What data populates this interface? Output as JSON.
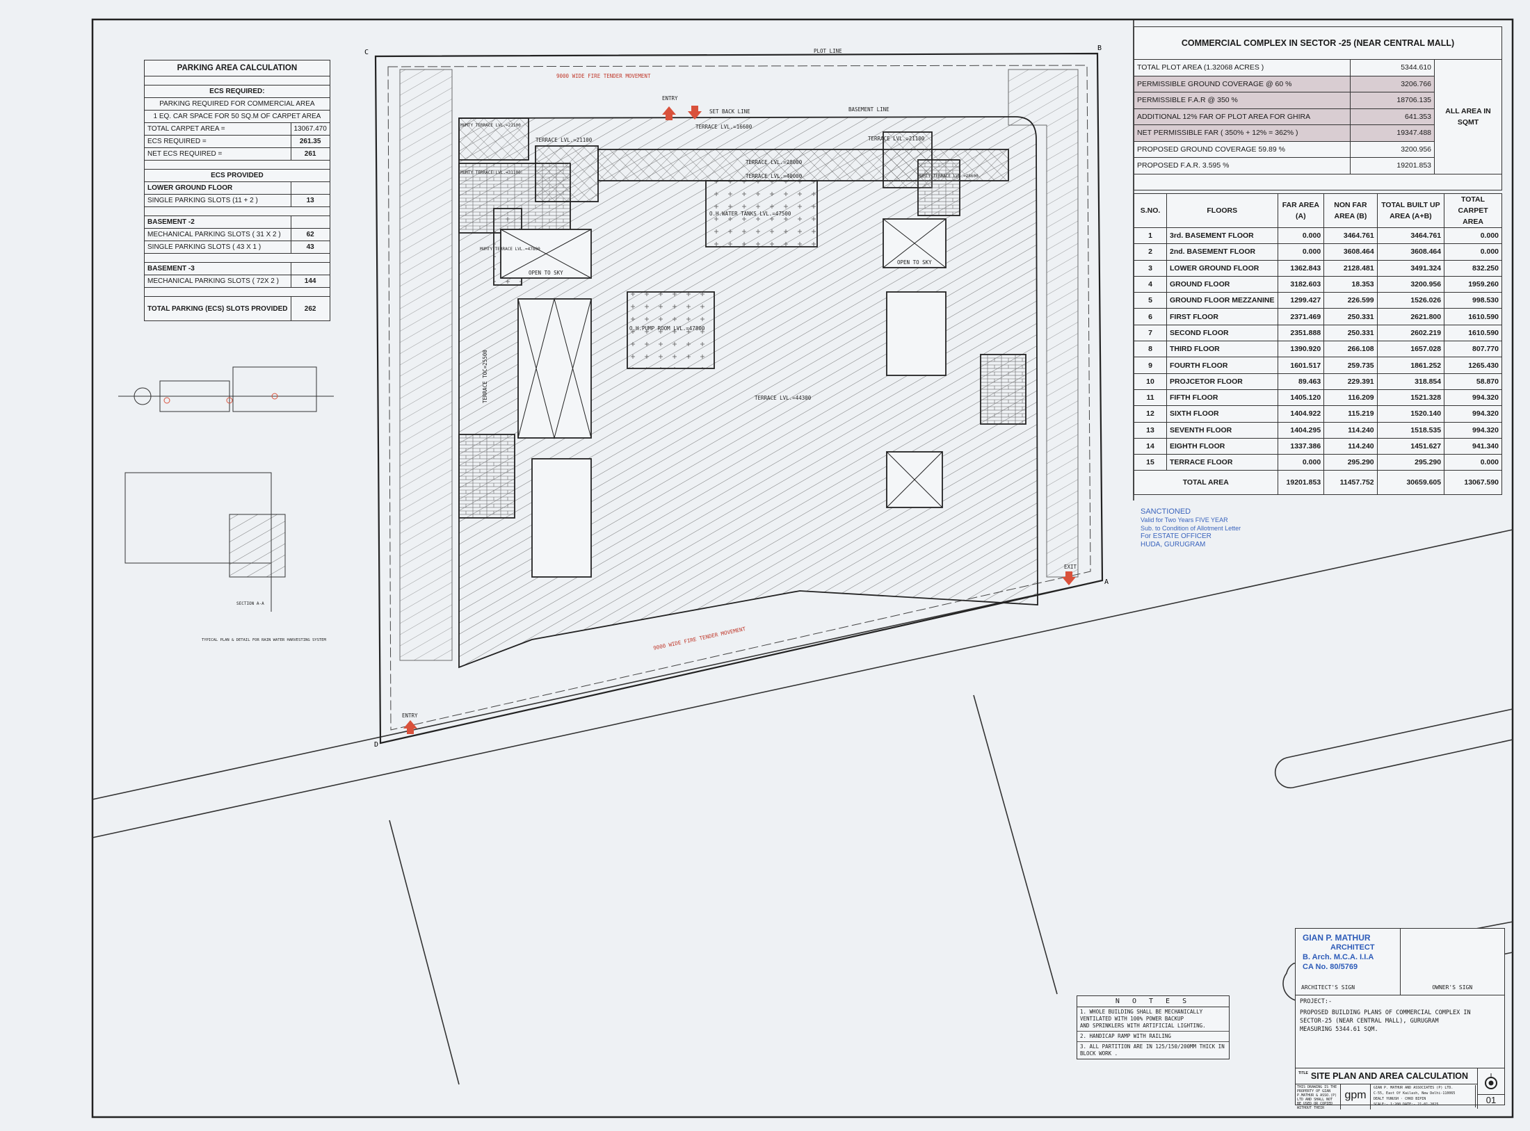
{
  "parking": {
    "title": "PARKING AREA CALCULATION",
    "ecs_required_heading": "ECS REQUIRED:",
    "line1": "PARKING REQUIRED FOR COMMERCIAL AREA",
    "line2": "1 EQ. CAR SPACE FOR 50 SQ.M OF CARPET AREA",
    "required_rows": [
      {
        "label": "TOTAL CARPET AREA =",
        "value": "13067.470"
      },
      {
        "label": "ECS REQUIRED =",
        "value": "261.35"
      },
      {
        "label": "NET ECS REQUIRED =",
        "value": "261"
      }
    ],
    "ecs_provided_heading": "ECS PROVIDED",
    "groups": [
      {
        "heading": "LOWER GROUND FLOOR",
        "rows": [
          {
            "label": "SINGLE PARKING SLOTS (11 + 2 )",
            "value": "13"
          }
        ]
      },
      {
        "heading": "BASEMENT -2",
        "rows": [
          {
            "label": "MECHANICAL PARKING SLOTS ( 31 X 2 )",
            "value": "62"
          },
          {
            "label": "SINGLE PARKING SLOTS  ( 43 X 1 )",
            "value": "43"
          }
        ]
      },
      {
        "heading": "BASEMENT -3",
        "rows": [
          {
            "label": "MECHANICAL PARKING SLOTS ( 72X 2 )",
            "value": "144"
          }
        ]
      }
    ],
    "total_label": "TOTAL PARKING (ECS) SLOTS PROVIDED",
    "total_value": "262"
  },
  "summary": {
    "title": "COMMERCIAL COMPLEX IN SECTOR -25 (NEAR CENTRAL MALL)",
    "rows": [
      {
        "label": "TOTAL PLOT AREA  (1.32068 ACRES )",
        "value": "5344.610"
      },
      {
        "label": "PERMISSIBLE  GROUND COVERAGE @ 60 %",
        "value": "3206.766"
      },
      {
        "label": "PERMISSIBLE  F.A.R @ 350 %",
        "value": "18706.135"
      },
      {
        "label": "ADDITIONAL 12% FAR OF PLOT AREA FOR GHIRA",
        "value": "641.353"
      },
      {
        "label": "NET PERMISSIBLE FAR ( 350% + 12% = 362% )",
        "value": "19347.488"
      },
      {
        "label": "PROPOSED  GROUND COVERAGE  59.89 %",
        "value": "3200.956"
      },
      {
        "label": "PROPOSED  F.A.R. 3.595 %",
        "value": "19201.853"
      }
    ],
    "unit_note": "ALL AREA IN SQMT",
    "stamp": {
      "line1": "SANCTIONED",
      "line2": "Valid for Two Years  FIVE YEAR",
      "line3": "Sub. to Condition of Allotment Letter",
      "line4": "For ESTATE OFFICER",
      "line5": "HUDA, GURUGRAM"
    }
  },
  "floors": {
    "headers": [
      "S.NO.",
      "FLOORS",
      "FAR AREA (A)",
      "NON FAR AREA (B)",
      "TOTAL BUILT UP AREA  (A+B)",
      "TOTAL CARPET AREA"
    ],
    "rows": [
      [
        "1",
        "3rd. BASEMENT FLOOR",
        "0.000",
        "3464.761",
        "3464.761",
        "0.000"
      ],
      [
        "2",
        "2nd. BASEMENT FLOOR",
        "0.000",
        "3608.464",
        "3608.464",
        "0.000"
      ],
      [
        "3",
        "LOWER GROUND FLOOR",
        "1362.843",
        "2128.481",
        "3491.324",
        "832.250"
      ],
      [
        "4",
        "GROUND FLOOR",
        "3182.603",
        "18.353",
        "3200.956",
        "1959.260"
      ],
      [
        "5",
        "GROUND FLOOR MEZZANINE",
        "1299.427",
        "226.599",
        "1526.026",
        "998.530"
      ],
      [
        "6",
        "FIRST FLOOR",
        "2371.469",
        "250.331",
        "2621.800",
        "1610.590"
      ],
      [
        "7",
        "SECOND FLOOR",
        "2351.888",
        "250.331",
        "2602.219",
        "1610.590"
      ],
      [
        "8",
        "THIRD FLOOR",
        "1390.920",
        "266.108",
        "1657.028",
        "807.770"
      ],
      [
        "9",
        "FOURTH FLOOR",
        "1601.517",
        "259.735",
        "1861.252",
        "1265.430"
      ],
      [
        "10",
        "PROJCETOR FLOOR",
        "89.463",
        "229.391",
        "318.854",
        "58.870"
      ],
      [
        "11",
        "FIFTH FLOOR",
        "1405.120",
        "116.209",
        "1521.328",
        "994.320"
      ],
      [
        "12",
        "SIXTH FLOOR",
        "1404.922",
        "115.219",
        "1520.140",
        "994.320"
      ],
      [
        "13",
        "SEVENTH FLOOR",
        "1404.295",
        "114.240",
        "1518.535",
        "994.320"
      ],
      [
        "14",
        "EIGHTH FLOOR",
        "1337.386",
        "114.240",
        "1451.627",
        "941.340"
      ],
      [
        "15",
        "TERRACE FLOOR",
        "0.000",
        "295.290",
        "295.290",
        "0.000"
      ]
    ],
    "total": [
      "TOTAL AREA",
      "19201.853",
      "11457.752",
      "30659.605",
      "13067.590"
    ]
  },
  "notes": {
    "title": "N O T E S",
    "items": [
      "1. WHOLE BUILDING SHALL BE MECHANICALLY\n   VENTILATED WITH 100% POWER BACKUP\n   AND SPRINKLERS WITH ARTIFICIAL LIGHTING.",
      "2. HANDICAP RAMP WITH RAILING",
      "3. ALL PARTITION ARE IN 125/150/200MM THICK IN\nBLOCK WORK ."
    ]
  },
  "titleblock": {
    "architect_stamp": [
      "GIAN P. MATHUR",
      "ARCHITECT",
      "B. Arch. M.C.A. I.I.A",
      "CA No. 80/5769"
    ],
    "architect_sign": "ARCHITECT'S SIGN",
    "owner_sign": "OWNER'S SIGN",
    "project_label": "PROJECT:-",
    "project_text": "PROPOSED BUILDING PLANS OF COMMERCIAL COMPLEX IN\nSECTOR-25 (NEAR CENTRAL MALL), GURUGRAM\nMEASURING 5344.61 SQM.",
    "title_label": "TITLE",
    "title": "SITE PLAN AND AREA CALCULATION",
    "property_note": "THIS DRAWING IS THE PROPERTY OF GIAN P.MATHUR & ASSO.(P) LTD AND SHALL NOT BE USED OR COPIED WITHOUT THEIR WRITTEN PERMISSION",
    "firm": "GIAN P. MATHUR AND ASSOCIATES (P) LTD.",
    "firm_address": "C-55, East Of Kailash, New Delhi-110065",
    "drawn_label": "DEALT",
    "drawn_by": "YUNUSH",
    "checked_label": "CHKD",
    "checked_by": "BIPIN",
    "scale": "SCALE:- 1:200",
    "date": "DATE:- 21-01-2025",
    "logo": "gpm",
    "sheet_no": "01"
  },
  "drawing": {
    "corners": [
      "A",
      "B",
      "C",
      "D"
    ],
    "labels": {
      "plot_line": "PLOT LINE",
      "set_back_line": "SET BACK LINE",
      "basement_line": "BASEMENT LINE",
      "entry": "ENTRY",
      "exit": "EXIT",
      "open_to_sky": "OPEN TO SKY",
      "terrace_16600": "TERRACE LVL.=16600",
      "terrace_21100": "TERRACE LVL.=21100",
      "terrace_28000": "TERRACE LVL.=28000",
      "terrace_40000": "TERRACE LVL.=40000",
      "terrace_44300": "TERRACE LVL.=44300",
      "terrace_toc": "TERRACE TOC=25500",
      "mumty_21100": "MUMTY TERRACE LVL.=21100",
      "mumty_31100": "MUMTY TERRACE LVL.=31100",
      "mumty_47800": "MUMTY TERRACE LVL.=47800",
      "mumty_28600": "MUMTY TERRACE LVL.=28600",
      "oh_tanks": "O.H.WATER TANKS LVL.=47500",
      "oh_pump": "O.H.PUMP ROOM LVL.=47800",
      "fire_tender": "9000 WIDE FIRE TENDER MOVEMENT",
      "section": "SECTION A-A",
      "rwh": "TYPICAL PLAN & DETAIL FOR RAIN WATER HARVESTING SYSTEM"
    }
  },
  "colors": {
    "entry_arrow": "#d9513b",
    "stamp": "#2d5bb8",
    "line": "#2a2a2a",
    "paper": "#eef1f4",
    "highlight": "#d9cdd2"
  }
}
